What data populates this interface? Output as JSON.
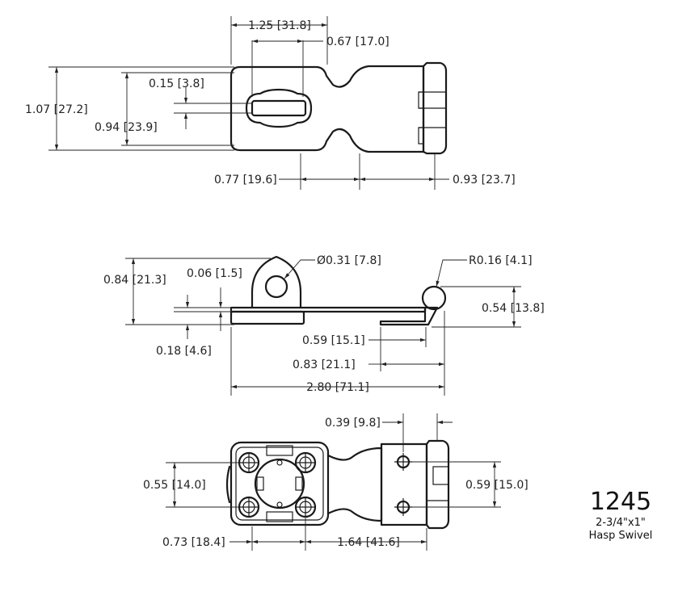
{
  "title_block": {
    "part_number": "1245",
    "size": "2-3/4\"x1\"",
    "description": "Hasp Swivel"
  },
  "top_view": {
    "dim_overall_length": "1.25 [31.8]",
    "dim_slot_offset": "0.67 [17.0]",
    "dim_slot_width": "0.15 [3.8]",
    "dim_overall_height": "1.07 [27.2]",
    "dim_plate_height": "0.94 [23.9]",
    "dim_neck": "0.77 [19.6]",
    "dim_hinge": "0.93 [23.7]"
  },
  "side_view": {
    "dim_eye_diameter": "Ø0.31 [7.8]",
    "dim_hinge_radius": "R0.16 [4.1]",
    "dim_total_height": "0.84 [21.3]",
    "dim_plate_thickness": "0.06 [1.5]",
    "dim_base_thickness": "0.18 [4.6]",
    "dim_hinge_height": "0.54 [13.8]",
    "dim_tab": "0.59 [15.1]",
    "dim_tab_overall": "0.83 [21.1]",
    "dim_total_length": "2.80 [71.1]"
  },
  "bottom_view": {
    "dim_hinge_offset": "0.39 [9.8]",
    "dim_base_hole_spacing": "0.55 [14.0]",
    "dim_hinge_hole_spacing": "0.59 [15.0]",
    "dim_base_offset": "0.73 [18.4]",
    "dim_hole_to_hole": "1.64 [41.6]"
  }
}
